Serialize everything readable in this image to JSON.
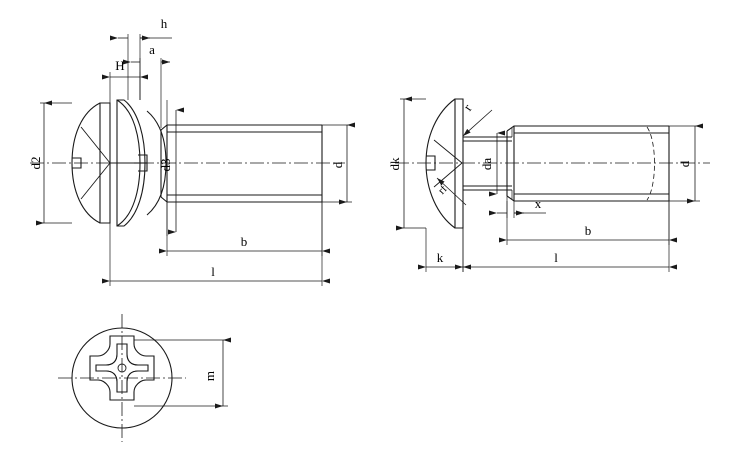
{
  "drawing": {
    "title": "Machine screw dimensional drawing",
    "background_color": "#ffffff",
    "line_color": "#1a1a1a",
    "views": [
      {
        "name": "sems-screw-side-view",
        "description": "Pan head SEMS screw with flat washer and spring washer, side section view"
      },
      {
        "name": "pan-head-screw-side-view",
        "description": "Pan head machine screw side view"
      },
      {
        "name": "cross-recess-end-view",
        "description": "Pozidriv cross recess head end view"
      }
    ]
  },
  "left_view": {
    "dimensions": {
      "h": "h",
      "a": "a",
      "H": "H",
      "d2": "d2",
      "d3": "d3",
      "d": "d",
      "b": "b",
      "l": "l"
    }
  },
  "right_view": {
    "dimensions": {
      "dk": "dk",
      "da": "da",
      "d": "d",
      "r": "r",
      "rf": "rf",
      "x": "x",
      "k": "k",
      "b": "b",
      "l": "l"
    }
  },
  "bottom_view": {
    "dimensions": {
      "m": "m"
    }
  }
}
